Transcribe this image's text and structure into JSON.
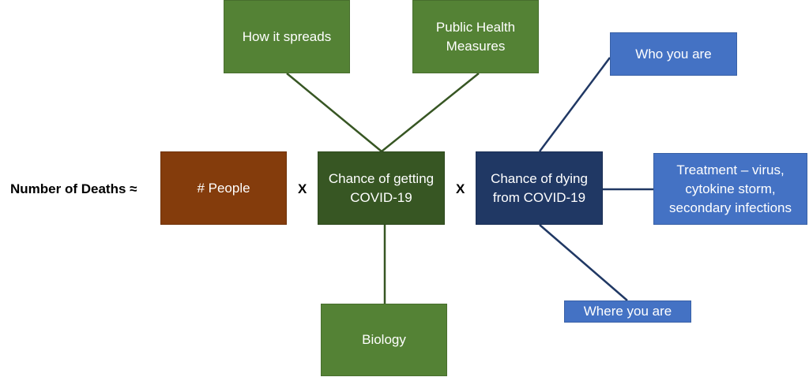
{
  "equation_label": "Number of Deaths ≈",
  "operator_1": "X",
  "operator_2": "X",
  "colors": {
    "people": "#843C0C",
    "getting": "#375623",
    "green_factor": "#548235",
    "dying": "#203864",
    "blue_factor": "#4472C4",
    "green_line": "#375623",
    "blue_line": "#203864"
  },
  "nodes": {
    "people": "# People",
    "getting": "Chance of getting COVID-19",
    "dying": "Chance of dying from COVID-19",
    "how_it_spreads": "How it spreads",
    "public_health": "Public Health Measures",
    "biology": "Biology",
    "who_you_are": "Who you are",
    "treatment": "Treatment – virus, cytokine storm, secondary infections",
    "where_you_are": "Where you are"
  }
}
